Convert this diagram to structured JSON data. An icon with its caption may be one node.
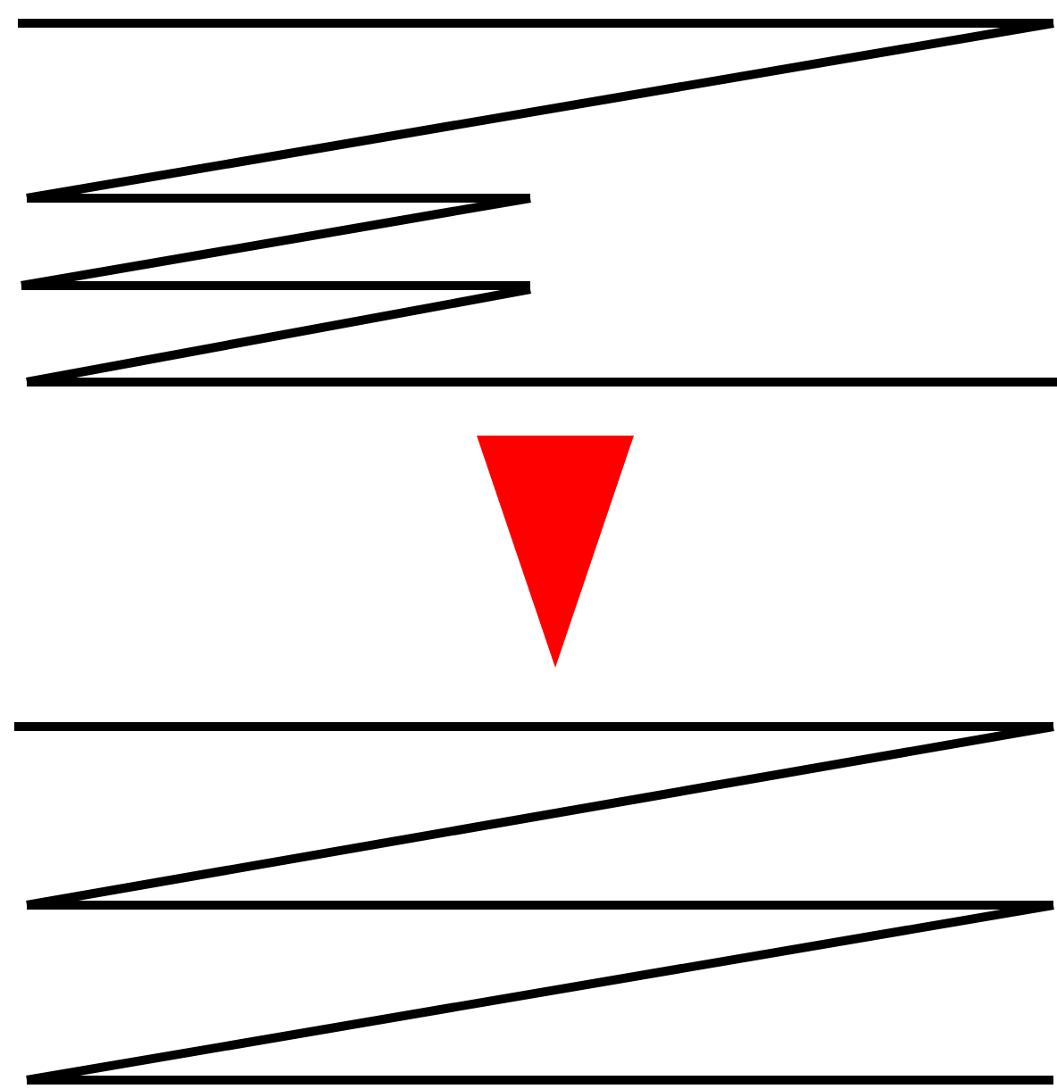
{
  "diagram": {
    "nodes": [
      {
        "text": [],
        "shape": "picture"
      },
      {
        "text": [],
        "shape": "picture"
      }
    ],
    "edges": [
      {
        "from": 0,
        "to": 1,
        "arrow": "to"
      }
    ]
  }
}
